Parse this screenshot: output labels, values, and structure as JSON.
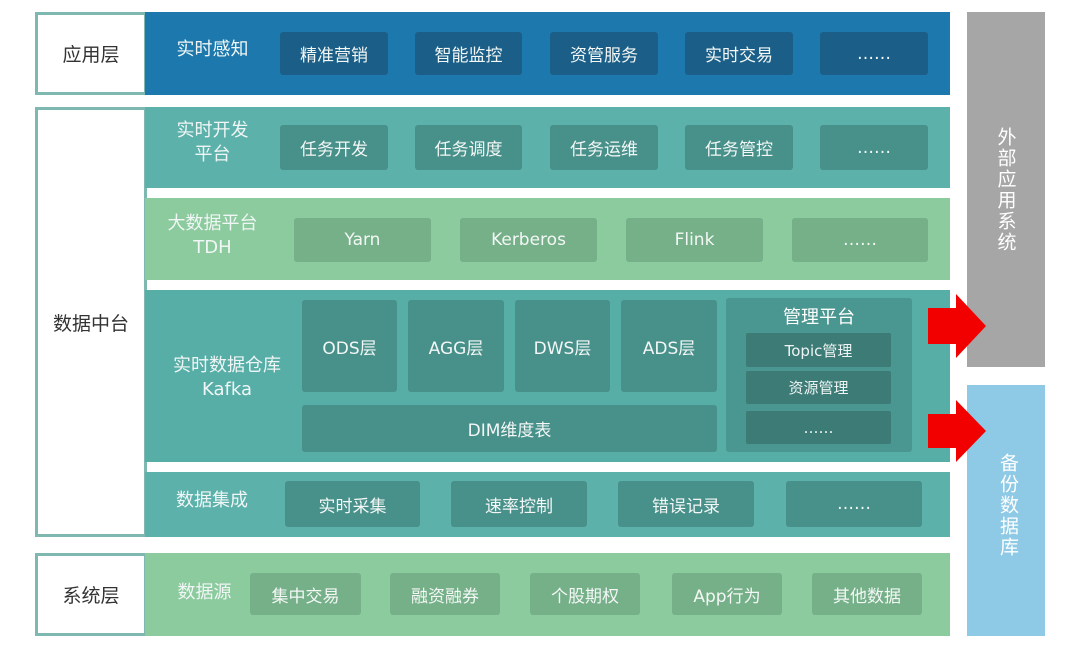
{
  "app_layer": {
    "label": "应用层",
    "band": "实时感知",
    "items": [
      "精准营销",
      "智能监控",
      "资管服务",
      "实时交易",
      "……"
    ]
  },
  "data_platform": {
    "label": "数据中台",
    "dev": {
      "band": [
        "实时开发",
        "平台"
      ],
      "items": [
        "任务开发",
        "任务调度",
        "任务运维",
        "任务管控",
        "……"
      ]
    },
    "bigdata": {
      "band": [
        "大数据平台",
        "TDH"
      ],
      "items": [
        "Yarn",
        "Kerberos",
        "Flink",
        "……"
      ]
    },
    "warehouse": {
      "band": [
        "实时数据仓库",
        "Kafka"
      ],
      "layers": [
        "ODS层",
        "AGG层",
        "DWS层",
        "ADS层"
      ],
      "dim": "DIM维度表",
      "mgmt": {
        "title": "管理平台",
        "items": [
          "Topic管理",
          "资源管理",
          "……"
        ]
      }
    },
    "integration": {
      "band": "数据集成",
      "items": [
        "实时采集",
        "速率控制",
        "错误记录",
        "……"
      ]
    }
  },
  "system_layer": {
    "label": "系统层",
    "band": "数据源",
    "items": [
      "集中交易",
      "融资融券",
      "个股期权",
      "App行为",
      "其他数据"
    ]
  },
  "external": {
    "label": "外部应用系统"
  },
  "backup": {
    "label": "备份数据库"
  },
  "colors": {
    "app": "#1d79ad",
    "teal": "#5cb2aa",
    "green": "#8ccb9e",
    "external": "#a6a6a6",
    "backup": "#8ecae6",
    "arrow": "#f20000"
  }
}
